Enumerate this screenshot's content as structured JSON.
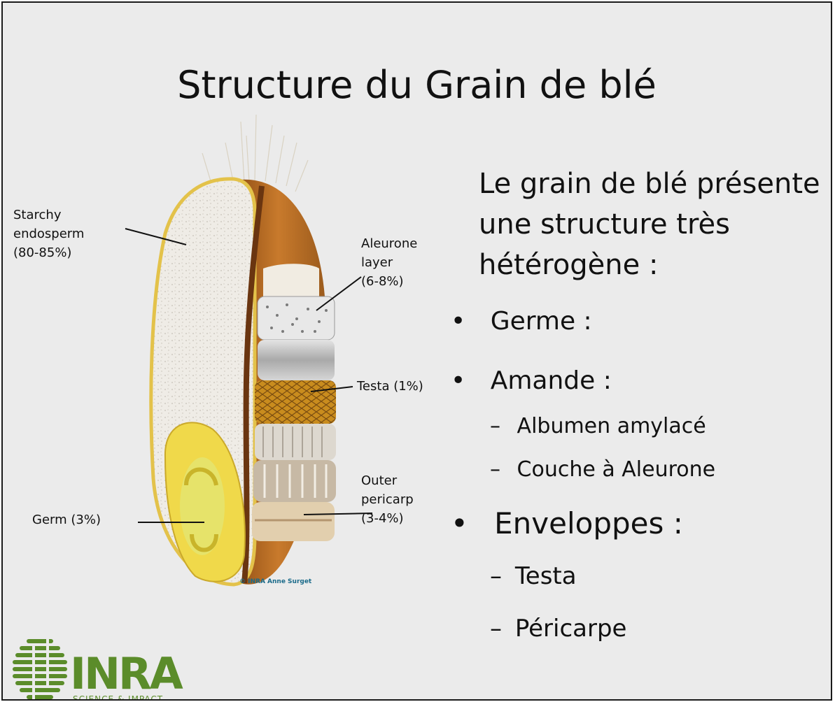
{
  "slide": {
    "title": "Structure du Grain de blé",
    "intro": "Le grain de blé présente une structure très hétérogène :",
    "bullets": {
      "germe": "Germe :",
      "amande": "Amande :",
      "amande_sub1": "Albumen amylacé",
      "amande_sub2": "Couche à Aleurone",
      "enveloppes": "Enveloppes :",
      "env_sub1": "Testa",
      "env_sub2": "Péricarpe"
    },
    "bullet_glyph": "•",
    "dash_glyph": "–"
  },
  "diagram": {
    "labels": {
      "starchy_1": "Starchy",
      "starchy_2": "endosperm",
      "starchy_3": "(80-85%)",
      "aleurone_1": "Aleurone",
      "aleurone_2": "layer",
      "aleurone_3": "(6-8%)",
      "testa": "Testa (1%)",
      "outer_1": "Outer",
      "outer_2": "pericarp",
      "outer_3": "(3-4%)",
      "germ": "Germ (3%)"
    },
    "credit": "© INRA  Anne Surget"
  },
  "logo": {
    "text": "INRA",
    "subtitle": "SCIENCE & IMPACT",
    "color": "#5b8c2a"
  }
}
